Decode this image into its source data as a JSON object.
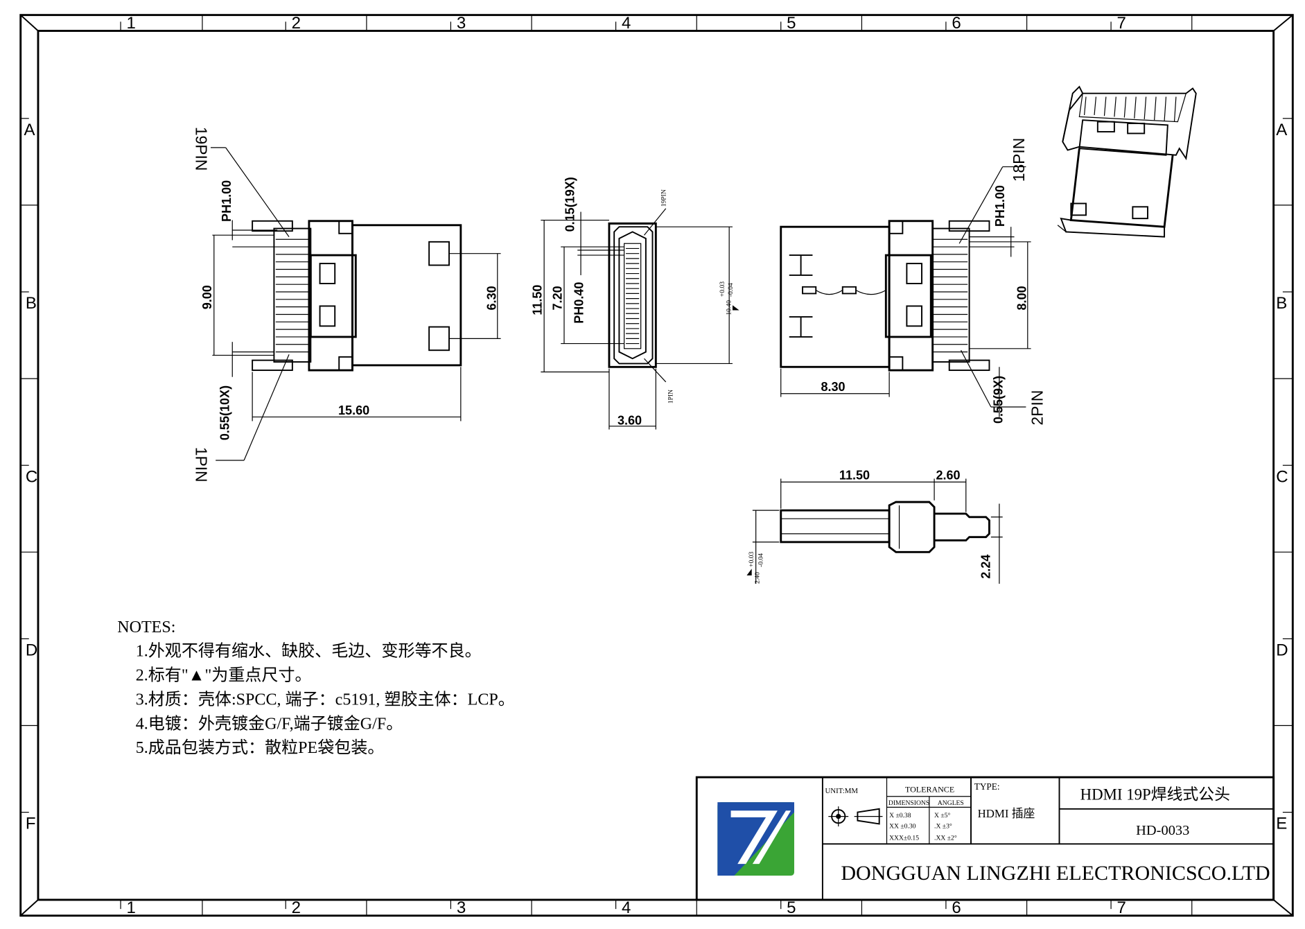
{
  "border": {
    "columns": [
      "1",
      "2",
      "3",
      "4",
      "5",
      "6",
      "7"
    ],
    "rows": [
      "A",
      "B",
      "C",
      "D",
      "E"
    ],
    "rows_left": [
      "A",
      "B",
      "C",
      "D",
      "F"
    ]
  },
  "front_view": {
    "label_19pin": "19PIN",
    "label_1pin": "1PIN",
    "dim_ph": "PH1.00",
    "dim_9": "9.00",
    "dim_055": "0.55(10X)",
    "dim_1560": "15.60",
    "dim_630": "6.30"
  },
  "end_view": {
    "dim_015": "0.15(19X)",
    "dim_1150": "11.50",
    "dim_720": "7.20",
    "dim_ph040": "PH0.40",
    "dim_1040": "10.40",
    "tol_plus": "+0.03",
    "tol_minus": "-0.04",
    "dim_360": "3.60",
    "label_19pin": "19PIN",
    "label_1pin": "1PIN"
  },
  "back_view": {
    "label_18pin": "18PIN",
    "label_2pin": "2PIN",
    "dim_ph": "PH1.00",
    "dim_800": "8.00",
    "dim_830": "8.30",
    "dim_055": "0.55(9X)"
  },
  "side_view": {
    "dim_1150": "11.50",
    "dim_260": "2.60",
    "dim_224": "2.24",
    "dim_240": "2.40",
    "tol_plus": "+0.03",
    "tol_minus": "-0.04"
  },
  "notes": {
    "heading": "NOTES:",
    "items": [
      "1.外观不得有缩水、缺胶、毛边、变形等不良。",
      "2.标有\"▲\"为重点尺寸。",
      "3.材质：壳体:SPCC, 端子：c5191, 塑胶主体：LCP。",
      "4.电镀：外壳镀金G/F,端子镀金G/F。",
      "5.成品包装方式：散粒PE袋包装。"
    ]
  },
  "title_block": {
    "unit": "UNIT:MM",
    "tolerance_title": "TOLERANCE",
    "dimensions_label": "DIMENSIONS",
    "angles_label": "ANGLES",
    "dim_rows": [
      "X  ±0.38",
      "XX ±0.30",
      "XXX±0.15"
    ],
    "angle_rows": [
      "X   ±5°",
      ".X   ±3°",
      ".XX ±2°"
    ],
    "type_label": "TYPE:",
    "type_value": "HDMI 插座",
    "product_name": "HDMI 19P焊线式公头",
    "part_number": "HD-0033",
    "company": "DONGGUAN LINGZHI ELECTRONICSCO.LTD",
    "colors": {
      "logo_blue": "#1f4fa8",
      "logo_green": "#3aa535"
    }
  }
}
